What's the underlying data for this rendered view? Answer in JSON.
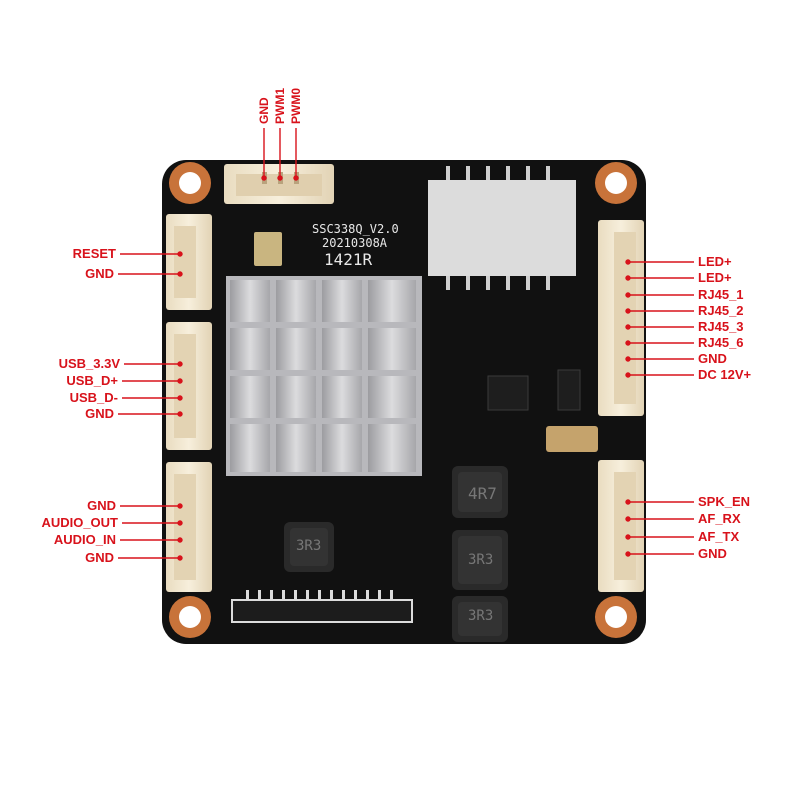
{
  "board": {
    "silkscreen": {
      "model": "SSC338Q_V2.0",
      "date": "20210308A",
      "code": "1421R"
    },
    "inductor_marks": [
      "4R7",
      "3R3",
      "3R3",
      "3R3"
    ],
    "colors": {
      "pcb": "#101010",
      "heatsink": "#c4c4c6",
      "connector": "#f1e6cf",
      "pad": "#c8733a",
      "label": "#d8121b"
    }
  },
  "pin_labels": {
    "top": [
      "GND",
      "PWM1",
      "PWM0"
    ],
    "left_reset": [
      "RESET",
      "GND"
    ],
    "left_usb": [
      "USB_3.3V",
      "USB_D+",
      "USB_D-",
      "GND"
    ],
    "left_audio": [
      "GND",
      "AUDIO_OUT",
      "AUDIO_IN",
      "GND"
    ],
    "right_main": [
      "LED+",
      "LED+",
      "RJ45_1",
      "RJ45_2",
      "RJ45_3",
      "RJ45_6",
      "GND",
      "DC 12V+"
    ],
    "right_af": [
      "SPK_EN",
      "AF_RX",
      "AF_TX",
      "GND"
    ]
  }
}
